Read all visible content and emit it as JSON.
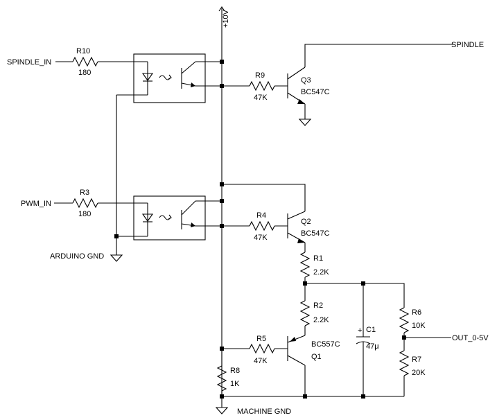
{
  "nets": {
    "vcc": "+10V",
    "spindle_in": "SPINDLE_IN",
    "pwm_in": "PWM_IN",
    "spindle_out": "SPINDLE",
    "arduino_gnd": "ARDUINO GND",
    "machine_gnd": "MACHINE GND",
    "out": "OUT_0-5V"
  },
  "parts": {
    "r10": {
      "ref": "R10",
      "value": "180"
    },
    "r3": {
      "ref": "R3",
      "value": "180"
    },
    "r9": {
      "ref": "R9",
      "value": "47K"
    },
    "r4": {
      "ref": "R4",
      "value": "47K"
    },
    "r5": {
      "ref": "R5",
      "value": "47K"
    },
    "r1": {
      "ref": "R1",
      "value": "2.2K"
    },
    "r2": {
      "ref": "R2",
      "value": "2.2K"
    },
    "r6": {
      "ref": "R6",
      "value": "10K"
    },
    "r7": {
      "ref": "R7",
      "value": "20K"
    },
    "r8": {
      "ref": "R8",
      "value": "1K"
    },
    "c1": {
      "ref": "C1",
      "value": "47μ",
      "polarity": "+"
    },
    "q3": {
      "ref": "Q3",
      "value": "BC547C"
    },
    "q2": {
      "ref": "Q2",
      "value": "BC547C"
    },
    "q1": {
      "ref": "Q1",
      "value": "BC557C"
    }
  }
}
